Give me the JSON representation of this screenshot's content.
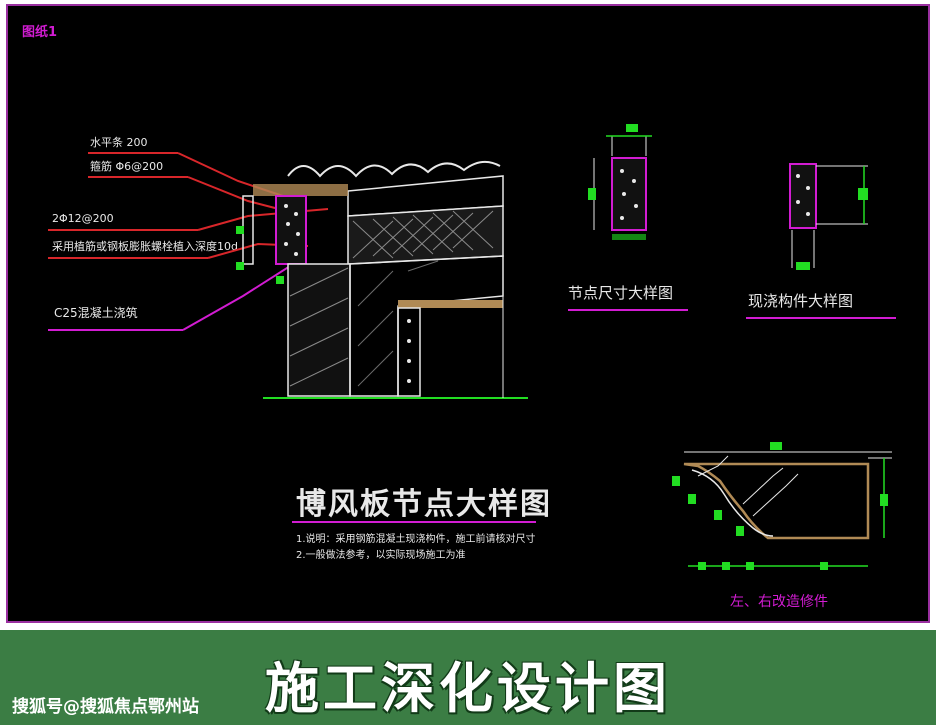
{
  "drawing": {
    "corner_label": "图纸1",
    "leaders": {
      "label_1": "水平条 200",
      "label_2": "箍筋 Φ6@200",
      "label_3": "2Φ12@200",
      "label_4": "采用植筋或钢板膨胀螺栓植入深度10d",
      "label_5": "C25混凝土浇筑"
    },
    "title_main": "博风板节点大样图",
    "note_line_1": "1.说明：采用钢筋混凝土现浇构件，施工前请核对尺寸",
    "note_line_2": "2.一般做法参考，以实际现场施工为准",
    "detail_a": "节点尺寸大样图",
    "detail_b": "现浇构件大样图",
    "detail_c": "左、右改造修件"
  },
  "banner": {
    "title": "施工深化设计图",
    "watermark": "搜狐号@搜狐焦点鄂州站"
  },
  "colors": {
    "cad_background": "#000000",
    "banner_green": "#3b7d44",
    "magenta": "#d21cd2",
    "red": "#d8262a",
    "green": "#22dd22",
    "white_line": "#e8e8e8",
    "tan": "#b08a55"
  }
}
